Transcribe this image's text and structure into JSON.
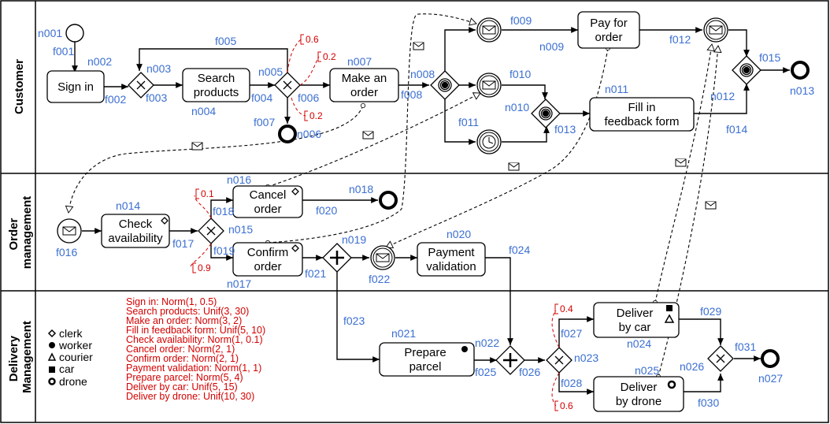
{
  "lanes": [
    {
      "id": "customer",
      "label": "Customer"
    },
    {
      "id": "order",
      "label": "Order\nmanagement"
    },
    {
      "id": "delivery",
      "label": "Delivery\nManagement"
    }
  ],
  "tasks": {
    "n002": "Sign in",
    "n004": "Search\nproducts",
    "n007": "Make an\norder",
    "n009": "Pay for\norder",
    "n011": "Fill in\nfeedback form",
    "n014": "Check\navailability",
    "n016": "Cancel\norder",
    "n017": "Confirm\norder",
    "n020": "Payment\nvalidation",
    "n021": "Prepare\nparcel",
    "n024": "Deliver\nby car",
    "n025": "Deliver\nby drone"
  },
  "node_labels": {
    "n001": "n001",
    "n002": "n002",
    "n003": "n003",
    "n004": "n004",
    "n005": "n005",
    "n006": "n006",
    "n007": "n007",
    "n008": "n008",
    "n009": "n009",
    "n010": "n010",
    "n011": "n011",
    "n012": "n012",
    "n013": "n013",
    "n014": "n014",
    "n015": "n015",
    "n016": "n016",
    "n017": "n017",
    "n018": "n018",
    "n019": "n019",
    "n020": "n020",
    "n021": "n021",
    "n022": "n022",
    "n023": "n023",
    "n024": "n024",
    "n025": "n025",
    "n026": "n026",
    "n027": "n027"
  },
  "flow_labels": {
    "f001": "f001",
    "f002": "f002",
    "f003": "f003",
    "f004": "f004",
    "f005": "f005",
    "f006": "f006",
    "f007": "f007",
    "f008": "f008",
    "f009": "f009",
    "f010": "f010",
    "f011": "f011",
    "f012": "f012",
    "f013": "f013",
    "f014": "f014",
    "f015": "f015",
    "f016": "f016",
    "f017": "f017",
    "f018": "f018",
    "f019": "f019",
    "f020": "f020",
    "f021": "f021",
    "f022": "f022",
    "f023": "f023",
    "f024": "f024",
    "f025": "f025",
    "f026": "f026",
    "f027": "f027",
    "f028": "f028",
    "f029": "f029",
    "f030": "f030",
    "f031": "f031"
  },
  "probabilities": {
    "f005": "0.6",
    "f006": "0.2",
    "f007": "0.2",
    "f018": "0.1",
    "f019": "0.9",
    "f027": "0.4",
    "f028": "0.6"
  },
  "resources": [
    {
      "icon": "diamond-icon",
      "label": "clerk"
    },
    {
      "icon": "circle-icon",
      "label": "worker"
    },
    {
      "icon": "triangle-icon",
      "label": "courier"
    },
    {
      "icon": "square-icon",
      "label": "car"
    },
    {
      "icon": "ring-icon",
      "label": "drone"
    }
  ],
  "durations": [
    "Sign in: Norm(1, 0.5)",
    "Search products: Unif(3, 30)",
    "Make an order: Norm(3, 2)",
    "Fill in feedback form: Unif(5, 10)",
    "Check availability: Norm(1, 0.1)",
    "Cancel order: Norm(2, 1)",
    "Confirm order: Norm(2, 1)",
    "Payment validation: Norm(1, 1)",
    "Prepare parcel: Norm(5, 4)",
    "Deliver by car: Unif(5, 15)",
    "Deliver by drone: Unif(10, 30)"
  ],
  "colors": {
    "label": "#3b6fd1",
    "probability": "#d40000",
    "line": "#000000"
  }
}
